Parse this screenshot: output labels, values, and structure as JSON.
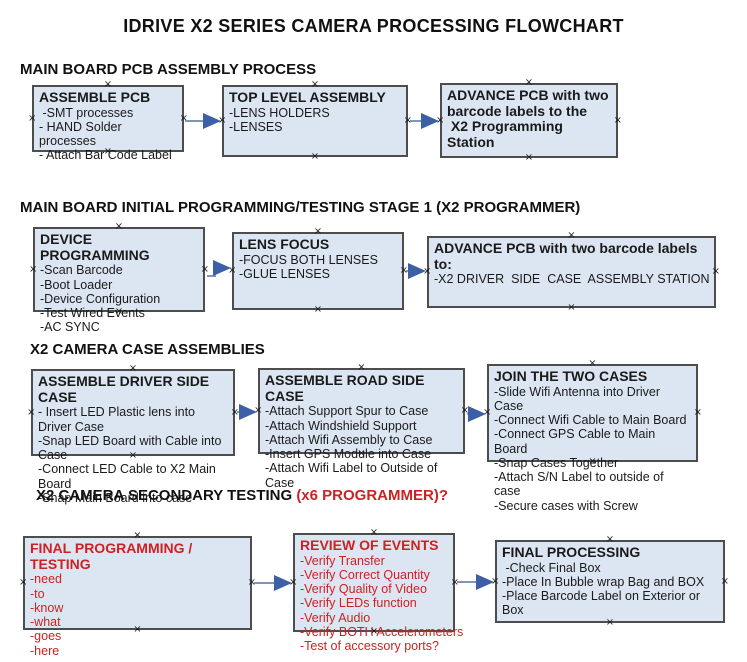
{
  "title": "IDRIVE X2  SERIES CAMERA PROCESSING FLOWCHART",
  "colors": {
    "box_fill": "#dce6f2",
    "box_border": "#4d4d4d",
    "arrow_line": "#8096b8",
    "arrow_head": "#3c5fa6",
    "red_text": "#cc2222",
    "black_text": "#1a1a1a"
  },
  "icons": {
    "anchor": "connection-anchor-x",
    "connector": "right-arrow"
  },
  "sections": [
    {
      "heading": "MAIN BOARD PCB ASSEMBLY PROCESS",
      "heading_red": "",
      "boxes": [
        {
          "title": "ASSEMBLE PCB",
          "items": [
            " -SMT processes",
            "- HAND Solder processes",
            "- Attach Bar Code Label"
          ]
        },
        {
          "title": "TOP LEVEL ASSEMBLY",
          "items": [
            "-LENS HOLDERS",
            "-LENSES"
          ]
        },
        {
          "title": "ADVANCE PCB with two\nbarcode labels to the\n X2 Programming Station",
          "items": []
        }
      ]
    },
    {
      "heading": "MAIN BOARD INITIAL PROGRAMMING/TESTING STAGE 1 (X2 PROGRAMMER)",
      "heading_red": "",
      "boxes": [
        {
          "title": "DEVICE PROGRAMMING",
          "items": [
            "-Scan Barcode",
            "-Boot Loader",
            "-Device Configuration",
            "-Test Wired Events",
            "-AC SYNC"
          ]
        },
        {
          "title": "LENS FOCUS",
          "items": [
            "-FOCUS BOTH LENSES",
            "-GLUE LENSES"
          ]
        },
        {
          "title": "ADVANCE PCB with two barcode labels to:",
          "items": [
            "-X2 DRIVER  SIDE  CASE  ASSEMBLY STATION"
          ]
        }
      ]
    },
    {
      "heading": "X2 CAMERA CASE ASSEMBLIES",
      "heading_red": "",
      "boxes": [
        {
          "title": "ASSEMBLE DRIVER SIDE CASE",
          "items": [
            "- Insert LED Plastic lens into Driver Case",
            "-Snap LED Board with Cable into Case",
            "-Connect LED Cable to X2 Main Board",
            "-Snap Main Board into case"
          ]
        },
        {
          "title": "ASSEMBLE ROAD SIDE CASE",
          "items": [
            "-Attach Support Spur to Case",
            "-Attach Windshield Support",
            "-Attach Wifi Assembly to Case",
            "-Insert GPS Module into Case",
            "-Attach Wifi Label to Outside of Case"
          ]
        },
        {
          "title": "JOIN THE TWO CASES",
          "items": [
            "-Slide Wifi Antenna into Driver Case",
            "-Connect Wifi Cable to Main Board",
            "-Connect GPS Cable to Main Board",
            "-Snap Cases Together",
            "-Attach S/N Label to outside of case",
            "-Secure cases with Screw"
          ]
        }
      ]
    },
    {
      "heading": "X2 CAMERA SECONDARY TESTING ",
      "heading_red": " (x6 PROGRAMMER)?",
      "boxes": [
        {
          "title": "FINAL PROGRAMMING / TESTING",
          "items": [
            "-need",
            "-to",
            "-know",
            "-what",
            "-goes",
            "-here"
          ]
        },
        {
          "title": "REVIEW OF EVENTS",
          "items": [
            "-Verify Transfer",
            "-Verify Correct Quantity",
            "-Verify Quality of Video",
            "-Verify LEDs function",
            "-Verify Audio",
            "-Verify BOTH Accelerometers",
            "-Test of accessory ports?"
          ]
        },
        {
          "title": "FINAL PROCESSING",
          "items": [
            " -Check Final Box",
            "-Place In Bubble wrap Bag and BOX",
            "-Place Barcode Label on Exterior or Box"
          ]
        }
      ]
    }
  ],
  "connectors": [
    {
      "from": "assemble-pcb",
      "to": "top-level-assembly"
    },
    {
      "from": "top-level-assembly",
      "to": "advance-pcb-programming-station"
    },
    {
      "from": "device-programming",
      "to": "lens-focus"
    },
    {
      "from": "lens-focus",
      "to": "advance-pcb-driver-side-station"
    },
    {
      "from": "assemble-driver-side-case",
      "to": "assemble-road-side-case"
    },
    {
      "from": "assemble-road-side-case",
      "to": "join-the-two-cases"
    },
    {
      "from": "final-programming-testing",
      "to": "review-of-events"
    },
    {
      "from": "review-of-events",
      "to": "final-processing"
    }
  ]
}
